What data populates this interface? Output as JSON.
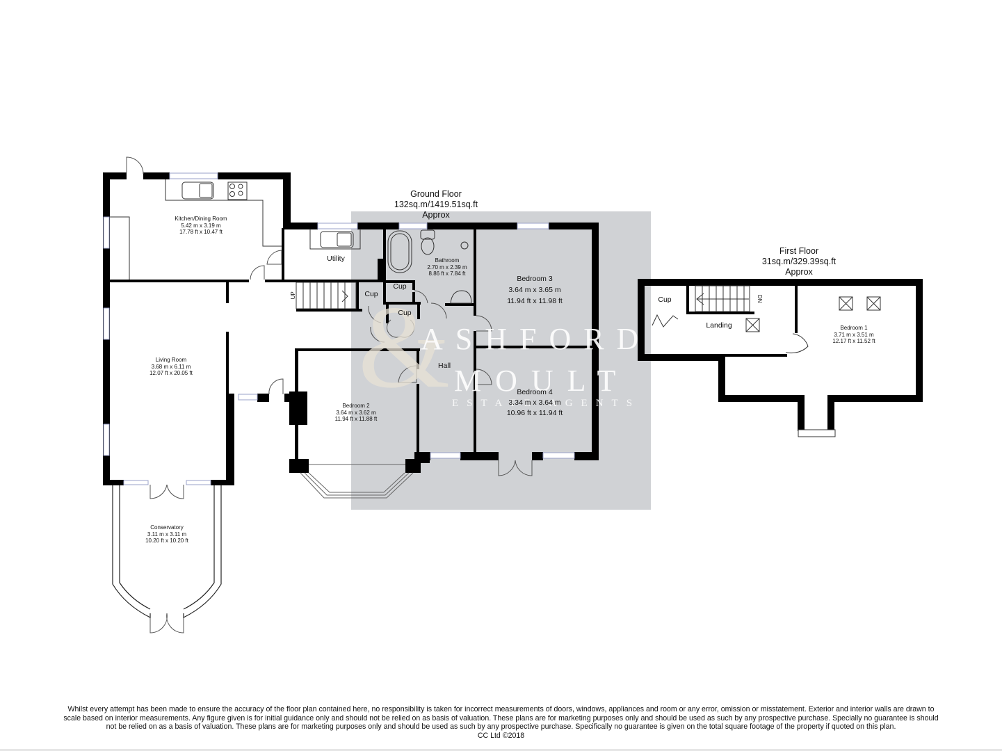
{
  "ground_floor": {
    "title": "Ground Floor",
    "area": "132sq.m/1419.51sq.ft",
    "approx": "Approx",
    "rooms": [
      {
        "name": "Kitchen/Dining Room",
        "metric": "5.42 m x 3.19 m",
        "imperial": "17.78 ft x 10.47 ft"
      },
      {
        "name": "Utility"
      },
      {
        "name": "Bathroom",
        "metric": "2.70 m x 2.39 m",
        "imperial": "8.86 ft x 7.84 ft"
      },
      {
        "name": "Bedroom 3",
        "metric": "3.64 m  x 3.65 m",
        "imperial": "11.94 ft  x 11.98 ft"
      },
      {
        "name": "Living Room",
        "metric": "3.68 m x 6.11 m",
        "imperial": "12.07 ft x 20.05 ft"
      },
      {
        "name": "Bedroom 2",
        "metric": "3.64 m x 3.62 m",
        "imperial": "11.94 ft x 11.88 ft"
      },
      {
        "name": "Hall"
      },
      {
        "name": "Bedroom 4",
        "metric": "3.34 m  x 3.64 m",
        "imperial": "10.96 ft  x 11.94 ft"
      },
      {
        "name": "Conservatory",
        "metric": "3.11 m x 3.11 m",
        "imperial": "10.20 ft x 10.20 ft"
      }
    ],
    "cupboards": [
      "Cup",
      "Cup",
      "Cup"
    ],
    "stairs_label": "UP"
  },
  "first_floor": {
    "title": "First Floor",
    "area": "31sq.m/329.39sq.ft",
    "approx": "Approx",
    "rooms": [
      {
        "name": "Cup"
      },
      {
        "name": "Landing"
      },
      {
        "name": "Bedroom 1",
        "metric": "3.71 m x 3.51 m",
        "imperial": "12.17 ft x 11.52 ft"
      }
    ],
    "stairs_label": "DN"
  },
  "watermark": {
    "ampersand": "&",
    "line1": "ASHFORD",
    "line2": "MOULT",
    "line3": "ESTATE AGENTS",
    "panel_color": "#d0d2d5",
    "amp_color": "#e8e2d6"
  },
  "colors": {
    "wall": "#000000",
    "window": "#9aa0c8",
    "background": "#ffffff"
  },
  "disclaimer": {
    "line1": "Whilst every attempt has been made to ensure the accuracy of the floor plan contained here, no responsibility is taken for incorrect measurements of doors, windows, appliances and room or any error, omission or misstatement. Exterior and interior walls are drawn to",
    "line2": "scale based on interior measurements. Any figure given is for initial guidance only and should not be relied on as basis of valuation. These plans are for marketing purposes only and should be used as such by any prospective purchase. Specially no guarantee is should",
    "line3": "not be relied on as a basis of valuation. These plans are for marketing purposes only and should be used as such by any prospective purchase. Specifically no guarantee is given on the total square footage of the property if quoted on this plan.",
    "line4": "CC Ltd ©2018"
  }
}
